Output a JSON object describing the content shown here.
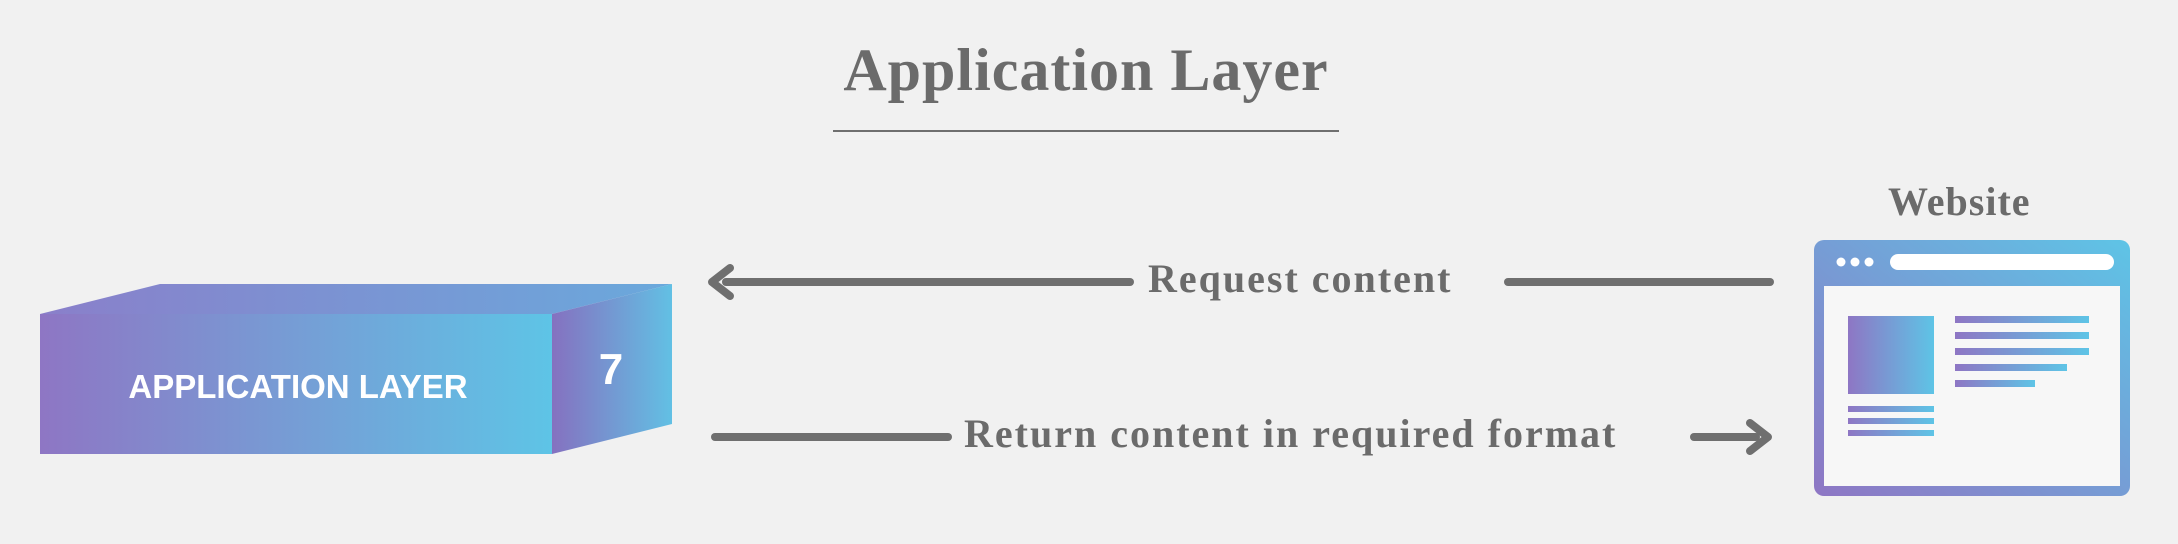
{
  "title": "Application Layer",
  "layer_box": {
    "label": "APPLICATION LAYER",
    "number": "7"
  },
  "website": {
    "label": "Website"
  },
  "arrows": {
    "request": "Request content",
    "return": "Return content in required format"
  },
  "colors": {
    "gradient_start": "#8e76c4",
    "gradient_end": "#5ec4e6",
    "text_gray": "#6b6b6b",
    "arrow_gray": "#6f6f6f",
    "background": "#f1f1f1"
  }
}
